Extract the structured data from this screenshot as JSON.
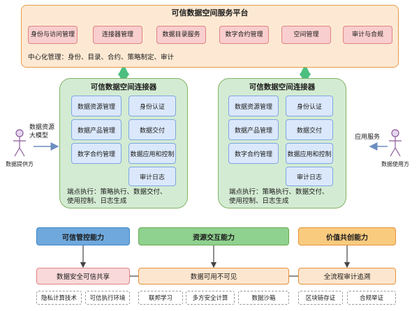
{
  "platform": {
    "title": "可信数据空间服务平台",
    "modules": [
      "身份与访问管理",
      "连接器管理",
      "数据目录服务",
      "数字合约管理",
      "空间管理",
      "审计与合规"
    ],
    "note": "中心化管理：身份、目录、合约、策略制定、审计"
  },
  "connectors": [
    {
      "title": "可信数据空间连接器",
      "left_items": [
        "数据资源管理",
        "数据产品管理",
        "数字合约管理"
      ],
      "right_items": [
        "身份认证",
        "数据交付",
        "数据应用和控制",
        "审计日志"
      ],
      "note_line1": "端点执行：策略执行、数据交付、",
      "note_line2": "使用控制、日志生成"
    },
    {
      "title": "可信数据空间连接器",
      "left_items": [
        "数据资源管理",
        "数据产品管理",
        "数字合约管理"
      ],
      "right_items": [
        "身份认证",
        "数据交付",
        "数据应用和控制",
        "审计日志"
      ],
      "note_line1": "端点执行：策略执行、数据交付、",
      "note_line2": "使用控制、日志生成"
    }
  ],
  "actors": {
    "provider": {
      "label": "数据提供方",
      "edge_line1": "数据资源",
      "edge_line2": "大模型"
    },
    "consumer": {
      "label": "数据使用方",
      "edge_label": "应用服务"
    }
  },
  "capabilities": {
    "trusted_control": {
      "label": "可信管控能力",
      "sub": "数据安全可信共享",
      "tags": [
        "隐私计算技术",
        "可信执行环境"
      ]
    },
    "resource_interaction": {
      "label": "资源交互能力",
      "sub": "数据可用不可见",
      "tags": [
        "联邦学习",
        "多方安全计算",
        "数据沙箱"
      ]
    },
    "value_creation": {
      "label": "价值共创能力",
      "sub": "全流程审计追溯",
      "tags": [
        "区块链存证",
        "合规举证"
      ]
    }
  },
  "colors": {
    "platform_fill": "#fde9d3",
    "connector_fill": "#d3ebd3",
    "module_fill": "#f9cece",
    "connector_module_fill": "#dbe8fb",
    "link_green": "#4cbf7f",
    "arrow_blue": "#6c8ebf"
  }
}
